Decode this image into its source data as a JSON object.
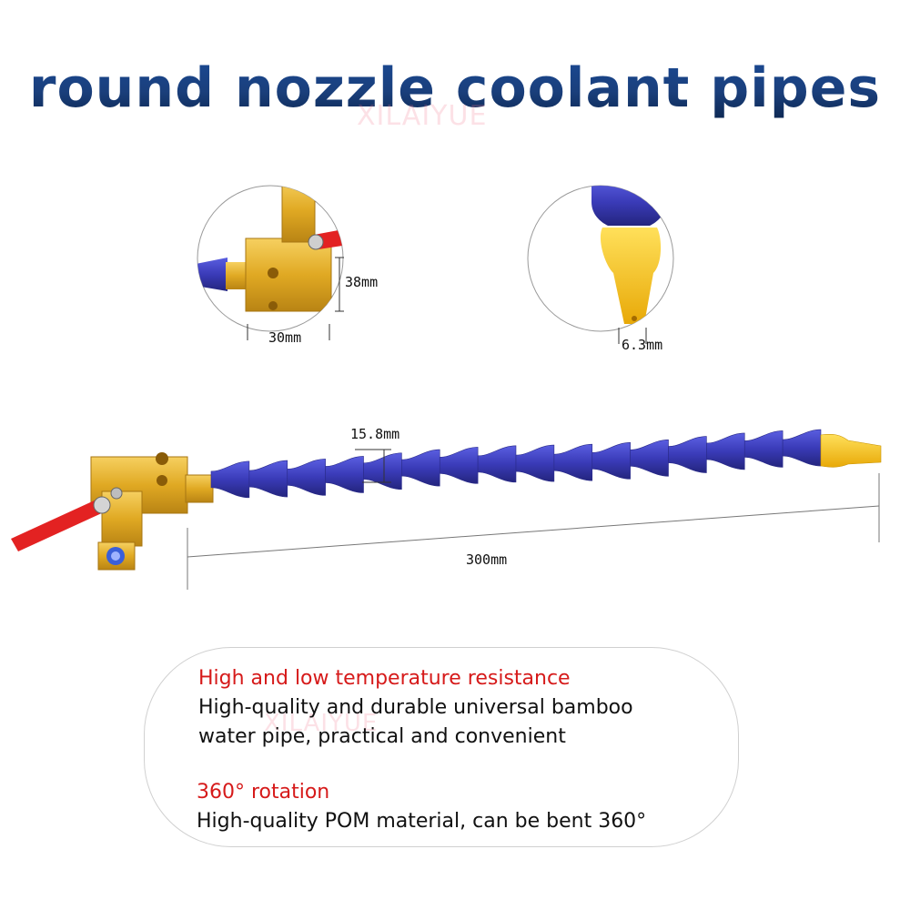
{
  "title": "round nozzle coolant pipes",
  "watermark": "XILAIYUE",
  "dimensions": {
    "valve_height": "38mm",
    "valve_width": "30mm",
    "nozzle_tip": "6.3mm",
    "segment_diameter": "15.8mm",
    "total_length": "300mm"
  },
  "features": [
    {
      "heading": "High and low temperature resistance",
      "lines": [
        "High-quality and durable universal bamboo",
        "water pipe, practical and convenient"
      ]
    },
    {
      "heading": "360° rotation",
      "lines": [
        "High-quality POM material, can be bent 360°"
      ]
    }
  ],
  "colors": {
    "title_blue": "#1a3f7c",
    "heading_red": "#d61a1a",
    "pipe_blue": "#3a3bb8",
    "nozzle_yellow": "#f5c518",
    "brass": "#e0b02a",
    "handle_red": "#e32222"
  }
}
